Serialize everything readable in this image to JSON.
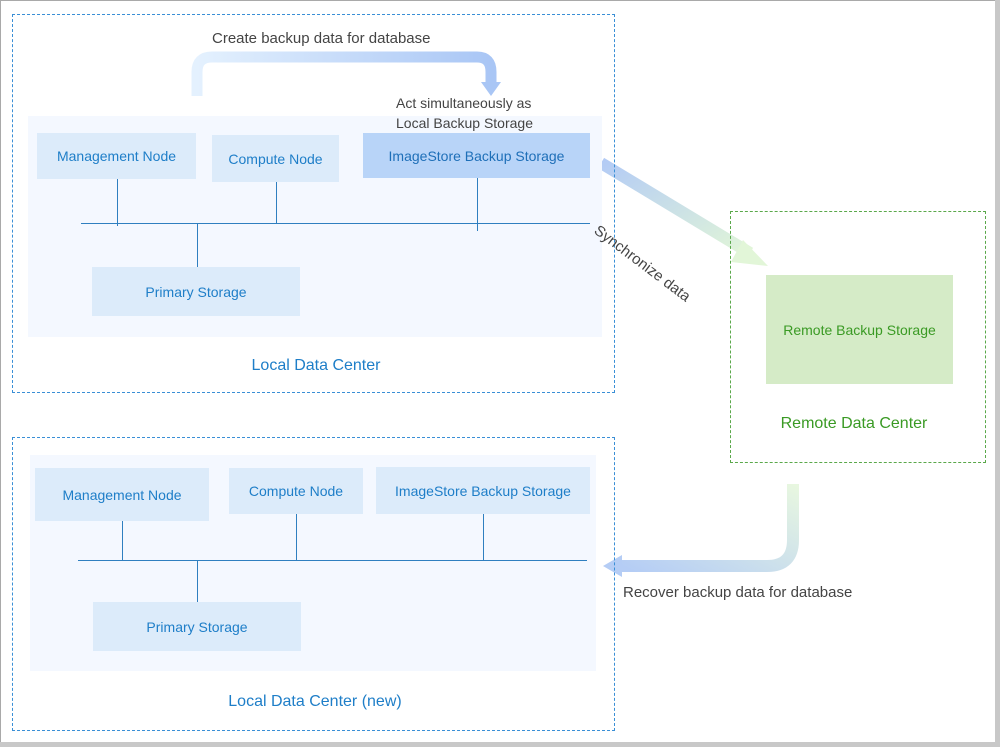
{
  "colors": {
    "border_blue": "#3a8fd6",
    "border_green": "#5aa84a",
    "node_fill": "#dcebfa",
    "node_text": "#1e7ec8",
    "remote_fill": "#d5ebc7",
    "remote_text": "#3a9a24",
    "line": "#2f7fc0"
  },
  "local_dc": {
    "label": "Local Data Center",
    "nodes": {
      "management": "Management Node",
      "compute": "Compute Node",
      "imagestore": "ImageStore Backup Storage",
      "primary": "Primary Storage"
    }
  },
  "new_dc": {
    "label": "Local Data Center (new)",
    "nodes": {
      "management": "Management Node",
      "compute": "Compute Node",
      "imagestore": "ImageStore Backup Storage",
      "primary": "Primary Storage"
    }
  },
  "remote_dc": {
    "label": "Remote Data Center",
    "storage": "Remote Backup Storage"
  },
  "annotations": {
    "create_backup": "Create backup data for database",
    "act_line1": "Act simultaneously as",
    "act_line2": "Local Backup Storage",
    "synchronize": "Synchronize data",
    "recover": "Recover backup data for database"
  }
}
